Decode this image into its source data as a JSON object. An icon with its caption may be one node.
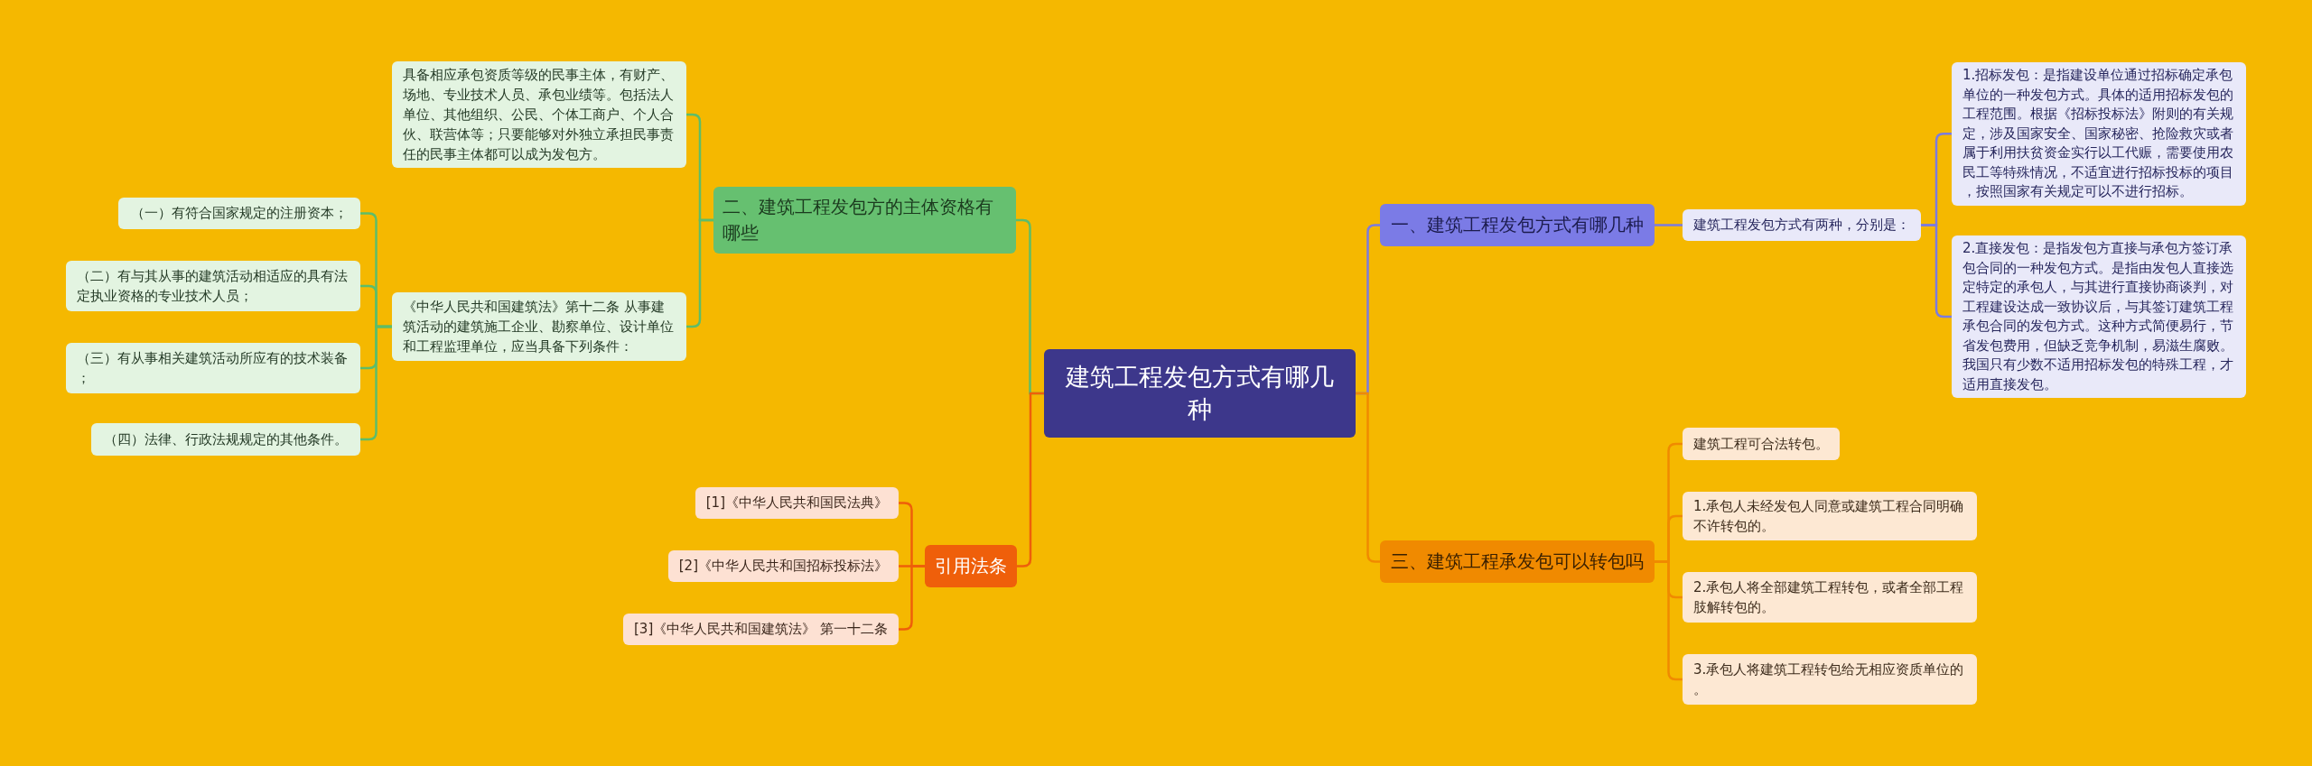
{
  "diagram": {
    "nodes": [
      {
        "text": [
          "建筑工程发包方式有哪几种"
        ]
      },
      {
        "text": [
          "一、建筑工程发包方式有哪几种"
        ]
      },
      {
        "text": [
          "建筑工程发包方式有两种，分别是："
        ]
      },
      {
        "text": [
          "1.招标发包：是指建设单位通过招标确定承包单位的一种发包方式。具体的适用招标发包的工程范围。根据《招标投标法》附则的有关规定，涉及国家安全、国家秘密、抢险救灾或者属于利用扶贫资金实行以工代赈，需要使用农民工等特殊情况，不适宜进行招标投标的项目，按照国家有关规定可以不进行招标。"
        ]
      },
      {
        "text": [
          "2.直接发包：是指发包方直接与承包方签订承包合同的一种发包方式。是指由发包人直接选定特定的承包人，与其进行直接协商谈判，对工程建设达成一致协议后，与其签订建筑工程承包合同的发包方式。这种方式简便易行，节省发包费用，但缺乏竞争机制，易滋生腐败。我国只有少数不适用招标发包的特殊工程，才适用直接发包。"
        ]
      },
      {
        "text": [
          "二、建筑工程发包方的主体资格有哪些"
        ]
      },
      {
        "text": [
          "具备相应承包资质等级的民事主体，有财产、场地、专业技术人员、承包业绩等。包括法人单位、其他组织、公民、个体工商户、个人合伙、联营体等；只要能够对外独立承担民事责任的民事主体都可以成为发包方。"
        ]
      },
      {
        "text": [
          "《中华人民共和国建筑法》第十二条 从事建筑活动的建筑施工企业、勘察单位、设计单位和工程监理单位，应当具备下列条件："
        ]
      },
      {
        "text": [
          "（一）有符合国家规定的注册资本；"
        ]
      },
      {
        "text": [
          "（二）有与其从事的建筑活动相适应的具有法定执业资格的专业技术人员；"
        ]
      },
      {
        "text": [
          "（三）有从事相关建筑活动所应有的技术装备；"
        ]
      },
      {
        "text": [
          "（四）法律、行政法规规定的其他条件。"
        ]
      },
      {
        "text": [
          "三、建筑工程承发包可以转包吗"
        ]
      },
      {
        "text": [
          "建筑工程可合法转包。"
        ]
      },
      {
        "text": [
          "1.承包人未经发包人同意或建筑工程合同明确不许转包的。"
        ]
      },
      {
        "text": [
          "2.承包人将全部建筑工程转包，或者全部工程肢解转包的。"
        ]
      },
      {
        "text": [
          "3.承包人将建筑工程转包给无相应资质单位的。"
        ]
      },
      {
        "text": [
          "引用法条"
        ]
      },
      {
        "text": [
          "[1]《中华人民共和国民法典》"
        ]
      },
      {
        "text": [
          "[2]《中华人民共和国招标投标法》"
        ]
      },
      {
        "text": [
          "[3]《中华人民共和国建筑法》 第一十二条"
        ]
      }
    ],
    "edges": [
      {
        "from": 0,
        "to": 1,
        "arrow": "none",
        "color": "#7b7be0"
      },
      {
        "from": 1,
        "to": 2,
        "arrow": "none",
        "color": "#7b7be0"
      },
      {
        "from": 2,
        "to": 3,
        "arrow": "none",
        "color": "#7b7be0"
      },
      {
        "from": 2,
        "to": 4,
        "arrow": "none",
        "color": "#7b7be0"
      },
      {
        "from": 0,
        "to": 5,
        "arrow": "none",
        "color": "#5dbd6a"
      },
      {
        "from": 5,
        "to": 6,
        "arrow": "none",
        "color": "#5dbd6a"
      },
      {
        "from": 5,
        "to": 7,
        "arrow": "none",
        "color": "#5dbd6a"
      },
      {
        "from": 7,
        "to": 8,
        "arrow": "none",
        "color": "#5dbd6a"
      },
      {
        "from": 7,
        "to": 9,
        "arrow": "none",
        "color": "#5dbd6a"
      },
      {
        "from": 7,
        "to": 10,
        "arrow": "none",
        "color": "#5dbd6a"
      },
      {
        "from": 7,
        "to": 11,
        "arrow": "none",
        "color": "#5dbd6a"
      },
      {
        "from": 0,
        "to": 12,
        "arrow": "none",
        "color": "#f08a00"
      },
      {
        "from": 12,
        "to": 13,
        "arrow": "none",
        "color": "#f08a00"
      },
      {
        "from": 12,
        "to": 14,
        "arrow": "none",
        "color": "#f08a00"
      },
      {
        "from": 12,
        "to": 15,
        "arrow": "none",
        "color": "#f08a00"
      },
      {
        "from": 12,
        "to": 16,
        "arrow": "none",
        "color": "#f08a00"
      },
      {
        "from": 0,
        "to": 17,
        "arrow": "none",
        "color": "#ee5f0a"
      },
      {
        "from": 17,
        "to": 18,
        "arrow": "none",
        "color": "#ee5f0a"
      },
      {
        "from": 17,
        "to": 19,
        "arrow": "none",
        "color": "#ee5f0a"
      },
      {
        "from": 17,
        "to": 20,
        "arrow": "none",
        "color": "#ee5f0a"
      }
    ]
  }
}
